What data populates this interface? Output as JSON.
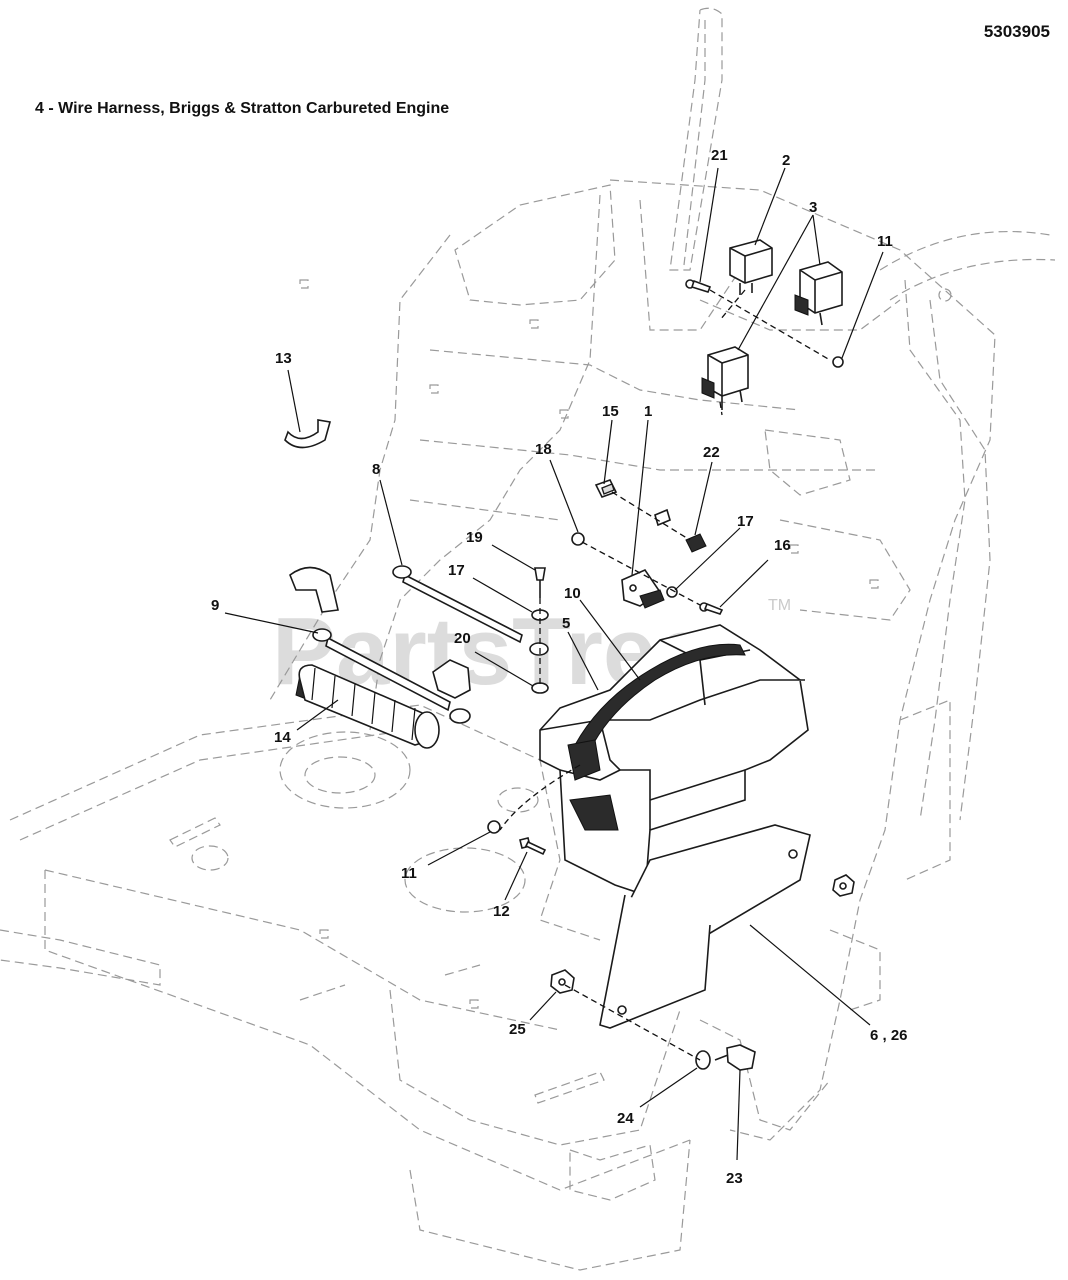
{
  "document_number": "5303905",
  "title": "4 - Wire Harness, Briggs & Stratton Carbureted Engine",
  "watermark": {
    "text": "PartsTree",
    "trademark": "TM"
  },
  "callouts": {
    "c21": "21",
    "c2": "2",
    "c3": "3",
    "c11a": "11",
    "c13": "13",
    "c15": "15",
    "c1": "1",
    "c22": "22",
    "c18": "18",
    "c8": "8",
    "c17a": "17",
    "c19": "19",
    "c17b": "17",
    "c16": "16",
    "c10": "10",
    "c5": "5",
    "c9": "9",
    "c20": "20",
    "c14": "14",
    "c11b": "11",
    "c12": "12",
    "c25": "25",
    "c6_26": "6 , 26",
    "c24": "24",
    "c23": "23"
  }
}
